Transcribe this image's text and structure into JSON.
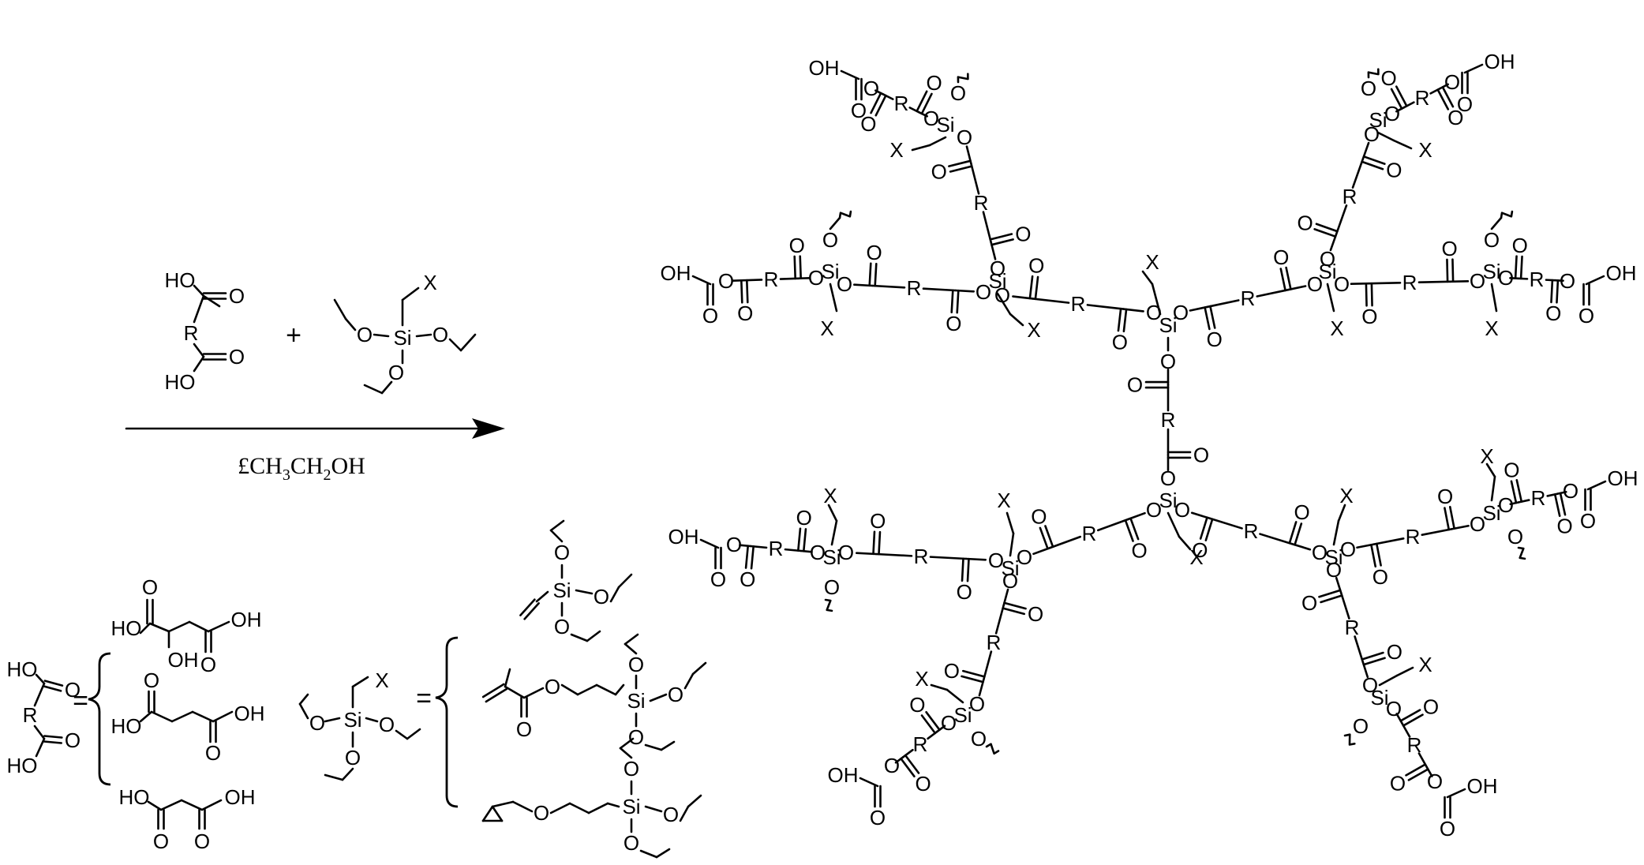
{
  "labels": {
    "hydroxyl": "OH",
    "carboxyl_oh": "HO",
    "oxygen": "O",
    "silicon": "Si",
    "r_group": "R",
    "x_group": "X",
    "plus": "+",
    "equals": "="
  },
  "reaction": {
    "conditions_prefix": "£CH",
    "conditions_sub1": "3",
    "conditions_mid": "CH",
    "conditions_sub2": "2",
    "conditions_suffix": "OH"
  },
  "colors": {
    "ink": "#000000",
    "background": "#ffffff"
  }
}
